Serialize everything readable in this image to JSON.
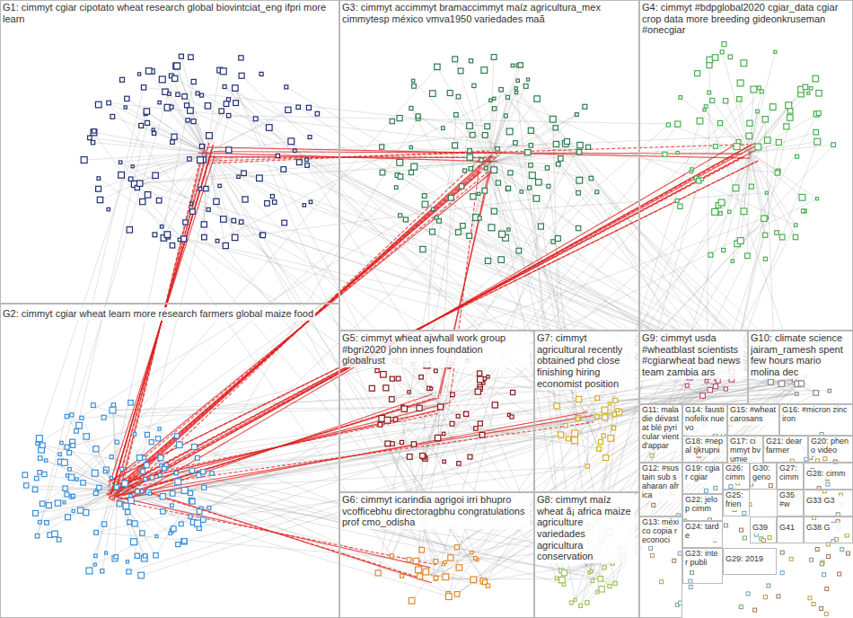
{
  "diagram": {
    "nodes": [
      {
        "text": [
          "G1: cimmyt cgiar cipotato wheat research global biovintciat_eng ifpri more learn"
        ]
      },
      {
        "text": [
          "G3: cimmyt accimmyt bramaccimmyt maíz agricultura_mex cimmytesp méxico vmva1950 variedades maã"
        ]
      },
      {
        "text": [
          "G4: cimmyt #bdpglobal2020 cgiar_data cgiar crop data more breeding gideonkruseman #onecgiar"
        ]
      },
      {
        "text": [
          "G2: cimmyt cgiar wheat learn more research farmers global maize food"
        ]
      },
      {
        "text": [
          "G5: cimmyt wheat ajwhall work group #bgri2020 john innes foundation globalrust"
        ]
      },
      {
        "text": [
          "G7: cimmyt agricultural recently obtained phd close finishing hiring economist position"
        ]
      },
      {
        "text": [
          "G9: cimmyt usda #wheatblast scientists #cgiarwheat bad news team zambia ars"
        ]
      },
      {
        "text": [
          "G10: climate science jairam_ramesh spent few hours mario molina dec"
        ]
      },
      {
        "text": [
          "G6: cimmyt icarindia agrigoi irri bhupro vcofficebhu directoragbhu congratulations prof cmo_odisha"
        ]
      },
      {
        "text": [
          "G8: cimmyt maíz wheat ã¡ africa maize agriculture variedades agricultura conservation"
        ]
      },
      {
        "text": [
          "G11: maladie dévastat blé pyricular vient d'appar"
        ]
      },
      {
        "text": [
          "G14: faustinofelix nuevo"
        ]
      },
      {
        "text": [
          "G15: #wheat carosans"
        ]
      },
      {
        "text": [
          "G16: #micron zinc iron"
        ]
      },
      {
        "text": [
          "G18: #nepal tjkrupni"
        ]
      },
      {
        "text": [
          "G17: cimmyt bvumie"
        ]
      },
      {
        "text": [
          "G21: dear farmer"
        ]
      },
      {
        "text": [
          "G20: pheno video"
        ]
      },
      {
        "text": [
          "G12: #sustain sub saharan africa"
        ]
      },
      {
        "text": [
          "G19: cgiar cgiar"
        ]
      },
      {
        "text": [
          "G26: cimm"
        ]
      },
      {
        "text": [
          "G30: geno"
        ]
      },
      {
        "text": [
          "G27: cimm"
        ]
      },
      {
        "text": [
          "G28: cimm"
        ]
      },
      {
        "text": [
          "G22: jelop cimm"
        ]
      },
      {
        "text": [
          "G25: frien"
        ]
      },
      {
        "text": [
          "G35 #w"
        ]
      },
      {
        "text": [
          "G33 G3"
        ]
      },
      {
        "text": [
          "G13: méxico copia reconoci"
        ]
      },
      {
        "text": [
          "G24: tarde"
        ]
      },
      {
        "text": [
          "G39"
        ]
      },
      {
        "text": [
          "G41"
        ]
      },
      {
        "text": [
          "G38 G"
        ]
      },
      {
        "text": [
          "G23: inter publi"
        ]
      },
      {
        "text": [
          "G29: 2019"
        ]
      }
    ]
  }
}
